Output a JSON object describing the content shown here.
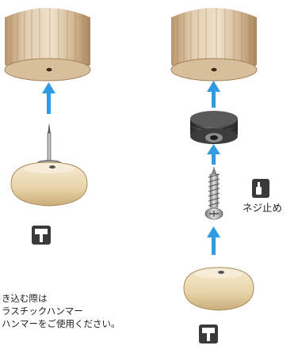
{
  "left_assembly": {
    "parts": [
      "wooden-leg",
      "arrow",
      "nail",
      "felt-pad-cap",
      "hammer-icon"
    ],
    "note_lines": [
      "き込む際は",
      "ラスチックハンマー",
      "ハンマーをご使用ください。"
    ]
  },
  "right_assembly": {
    "parts": [
      "wooden-leg",
      "arrow",
      "rubber-adapter",
      "arrow",
      "screw",
      "arrow",
      "felt-pad-cap",
      "screwdriver-icon",
      "hammer-icon"
    ],
    "screw_label": "ネジ止め"
  },
  "colors": {
    "arrow": "#2f9be0",
    "wood": "#d9c3a6",
    "wood_dark": "#b89870",
    "rubber": "#4a4a4a",
    "cap": "#ead9b4",
    "icon": "#3a3a3a"
  }
}
